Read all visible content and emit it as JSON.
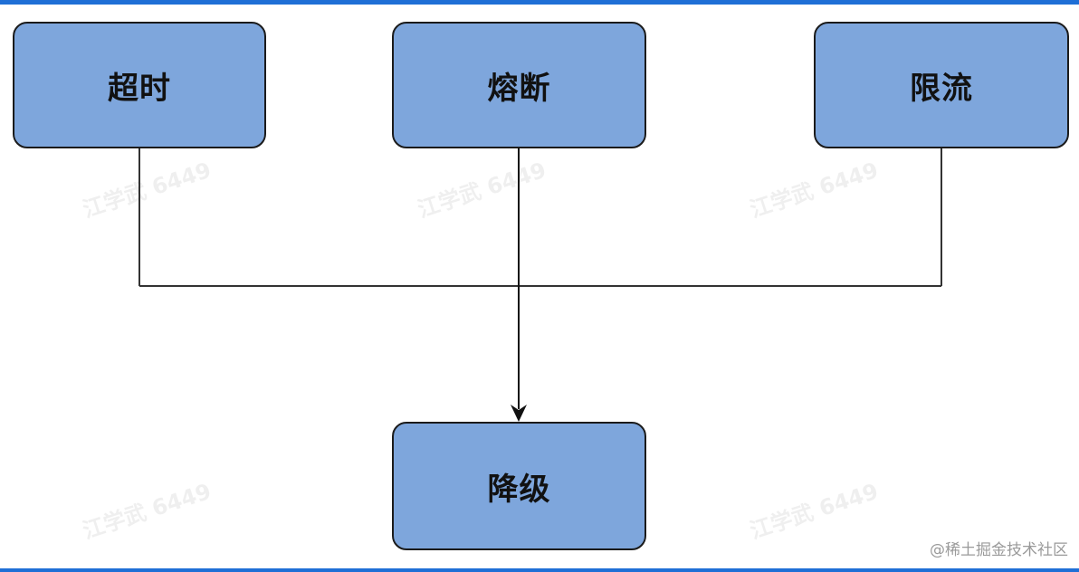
{
  "nodes": {
    "timeout": "超时",
    "breaker": "熔断",
    "limit": "限流",
    "degrade": "降级"
  },
  "watermark_text": "江学武 6449",
  "credit": "@稀土掘金技术社区",
  "colors": {
    "node_fill": "#7ea6dc",
    "node_border": "#1b1b1b",
    "frame_accent": "#1f6fd6",
    "connector": "#333333"
  }
}
